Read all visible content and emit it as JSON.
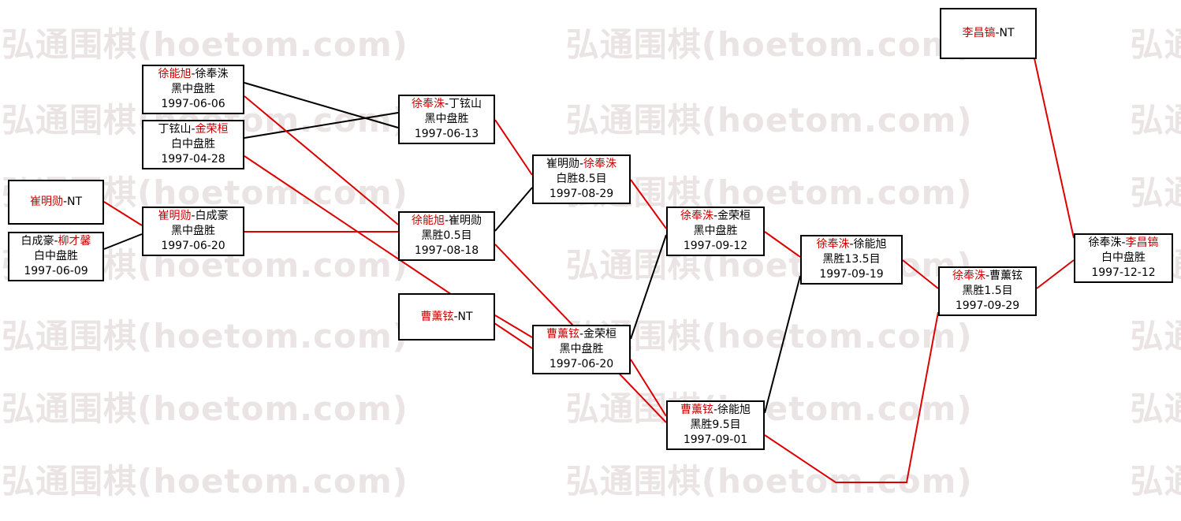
{
  "separator": "-",
  "watermark": {
    "text": "弘通围棋(hoetom.com)"
  },
  "colors": {
    "winner_text": "#cc0000",
    "red_line": "#dd0000",
    "black_line": "#000000",
    "watermark": "#ebe4e4",
    "box_border": "#000000",
    "box_background": "#ffffff"
  },
  "nodes": [
    {
      "id": "m1",
      "p1": "徐能旭",
      "p2": "徐奉洙",
      "winner": "p1",
      "result": "黑中盘胜",
      "date": "1997-06-06"
    },
    {
      "id": "m2",
      "p1": "丁铉山",
      "p2": "金荣桓",
      "winner": "p2",
      "result": "白中盘胜",
      "date": "1997-04-28"
    },
    {
      "id": "m3",
      "p1": "崔明勋",
      "p2": "NT",
      "winner": "p1",
      "result": "",
      "date": ""
    },
    {
      "id": "m4",
      "p1": "白成豪",
      "p2": "柳才馨",
      "winner": "p2",
      "result": "白中盘胜",
      "date": "1997-06-09"
    },
    {
      "id": "m5",
      "p1": "崔明勋",
      "p2": "白成豪",
      "winner": "p1",
      "result": "黑中盘胜",
      "date": "1997-06-20"
    },
    {
      "id": "m6",
      "p1": "徐奉洙",
      "p2": "丁铉山",
      "winner": "p1",
      "result": "黑中盘胜",
      "date": "1997-06-13"
    },
    {
      "id": "m7",
      "p1": "徐能旭",
      "p2": "崔明勋",
      "winner": "p1",
      "result": "黑胜0.5目",
      "date": "1997-08-18"
    },
    {
      "id": "m8",
      "p1": "曹薰铉",
      "p2": "NT",
      "winner": "p1",
      "result": "",
      "date": ""
    },
    {
      "id": "m9",
      "p1": "崔明勋",
      "p2": "徐奉洙",
      "winner": "p2",
      "result": "白胜8.5目",
      "date": "1997-08-29"
    },
    {
      "id": "m10",
      "p1": "曹薰铉",
      "p2": "金荣桓",
      "winner": "p1",
      "result": "黑中盘胜",
      "date": "1997-06-20"
    },
    {
      "id": "m11",
      "p1": "徐奉洙",
      "p2": "金荣桓",
      "winner": "p1",
      "result": "黑中盘胜",
      "date": "1997-09-12"
    },
    {
      "id": "m12",
      "p1": "曹薰铉",
      "p2": "徐能旭",
      "winner": "p1",
      "result": "黑胜9.5目",
      "date": "1997-09-01"
    },
    {
      "id": "m13",
      "p1": "徐奉洙",
      "p2": "徐能旭",
      "winner": "p1",
      "result": "黑胜13.5目",
      "date": "1997-09-19"
    },
    {
      "id": "m14",
      "p1": "徐奉洙",
      "p2": "曹薰铉",
      "winner": "p1",
      "result": "黑胜1.5目",
      "date": "1997-09-29"
    },
    {
      "id": "m15",
      "p1": "李昌镐",
      "p2": "NT",
      "winner": "p1",
      "result": "",
      "date": ""
    },
    {
      "id": "m16",
      "p1": "徐奉洙",
      "p2": "李昌镐",
      "winner": "p2",
      "result": "白中盘胜",
      "date": "1997-12-12"
    }
  ],
  "edges": [
    {
      "from": "m1",
      "to": "m6",
      "carries": "loser"
    },
    {
      "from": "m2",
      "to": "m6",
      "carries": "loser"
    },
    {
      "from": "m3",
      "to": "m5",
      "carries": "winner"
    },
    {
      "from": "m4",
      "to": "m5",
      "carries": "loser"
    },
    {
      "from": "m1",
      "to": "m7",
      "carries": "winner"
    },
    {
      "from": "m5",
      "to": "m7",
      "carries": "winner"
    },
    {
      "from": "m6",
      "to": "m9",
      "carries": "winner"
    },
    {
      "from": "m7",
      "to": "m9",
      "carries": "loser"
    },
    {
      "from": "m8",
      "to": "m10",
      "carries": "winner"
    },
    {
      "from": "m2",
      "to": "m10",
      "carries": "winner"
    },
    {
      "from": "m9",
      "to": "m11",
      "carries": "winner"
    },
    {
      "from": "m10",
      "to": "m11",
      "carries": "loser"
    },
    {
      "from": "m7",
      "to": "m12",
      "carries": "winner"
    },
    {
      "from": "m10",
      "to": "m12",
      "carries": "winner"
    },
    {
      "from": "m11",
      "to": "m13",
      "carries": "winner"
    },
    {
      "from": "m12",
      "to": "m13",
      "carries": "loser"
    },
    {
      "from": "m13",
      "to": "m14",
      "carries": "winner"
    },
    {
      "from": "m12",
      "to": "m14",
      "carries": "winner"
    },
    {
      "from": "m14",
      "to": "m16",
      "carries": "winner"
    },
    {
      "from": "m15",
      "to": "m16",
      "carries": "winner"
    }
  ]
}
